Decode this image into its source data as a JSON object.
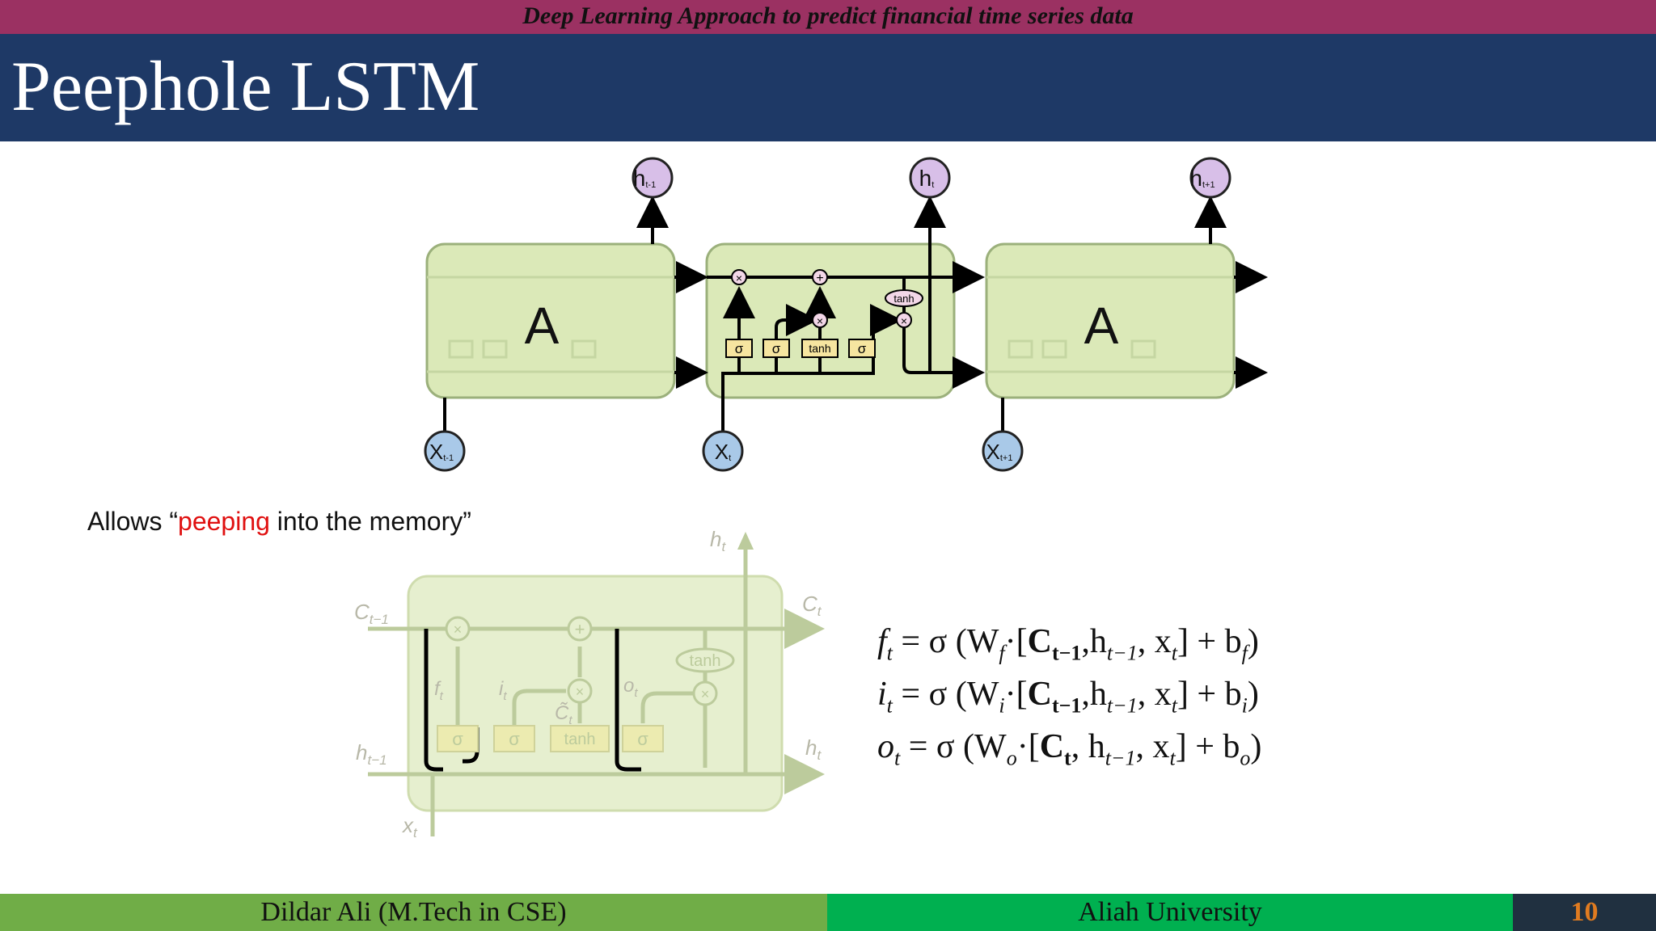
{
  "header": {
    "banner": "Deep Learning Approach to predict financial time series data",
    "title": "Peephole LSTM"
  },
  "diagram_top": {
    "cell_label": "A",
    "outputs": [
      "h",
      "h",
      "h"
    ],
    "output_subs": [
      "t-1",
      "t",
      "t+1"
    ],
    "inputs": [
      "X",
      "X",
      "X"
    ],
    "input_subs": [
      "t-1",
      "t",
      "t+1"
    ],
    "gates": [
      "σ",
      "σ",
      "tanh",
      "σ"
    ],
    "ops": [
      "×",
      "+",
      "×",
      "×"
    ],
    "tanh_label": "tanh"
  },
  "caption": {
    "before": "Allows “",
    "highlight": "peeping",
    "after": " into the memory”"
  },
  "diagram_bottom": {
    "labels": {
      "c_prev": "C",
      "c_prev_sub": "t−1",
      "c_cur": "C",
      "c_cur_sub": "t",
      "h_prev": "h",
      "h_prev_sub": "t−1",
      "h_cur": "h",
      "h_cur_sub": "t",
      "h_top": "h",
      "h_top_sub": "t",
      "x": "x",
      "x_sub": "t",
      "f": "f",
      "i": "i",
      "o": "o",
      "gate_sub": "t",
      "c_tilde": "C̃",
      "c_tilde_sub": "t"
    },
    "gates": [
      "σ",
      "σ",
      "tanh",
      "σ"
    ],
    "ops": [
      "×",
      "+",
      "×",
      "×"
    ],
    "tanh_label": "tanh"
  },
  "equations": [
    {
      "lhs": "f",
      "sub": "t",
      "eq": " = σ (W",
      "wsub": "f",
      "dot": "·[",
      "bold": "C",
      "boldsub": "t−1",
      "rest": ",h",
      "rsub": "t−1",
      "rest2": ", x",
      "rsub2": "t",
      "tail": "]  +  b",
      "bsub": "f",
      "close": ")"
    },
    {
      "lhs": "i",
      "sub": "t",
      "eq": " = σ (W",
      "wsub": "i",
      "dot": "·[",
      "bold": "C",
      "boldsub": "t−1",
      "rest": ",h",
      "rsub": "t−1",
      "rest2": ", x",
      "rsub2": "t",
      "tail": "]  +  b",
      "bsub": "i",
      "close": ")"
    },
    {
      "lhs": "o",
      "sub": "t",
      "eq": " = σ (W",
      "wsub": "o",
      "dot": "·[",
      "bold": "C",
      "boldsub": "t",
      "rest": ", h",
      "rsub": "t−1",
      "rest2": ", x",
      "rsub2": "t",
      "tail": "]  +  b",
      "bsub": "o",
      "close": ")"
    }
  ],
  "footer": {
    "author": "Dildar Ali (M.Tech in CSE)",
    "university": "Aliah University",
    "page_number": "10"
  },
  "colors": {
    "banner": "#9b3162",
    "title_bar": "#1e3966",
    "cell_fill": "#dbe9b8",
    "gate_fill": "#f6e5a0",
    "output_node": "#d8bfe8",
    "input_node": "#a9c9e8",
    "highlight": "#e01010",
    "footer_left": "#70ad47",
    "footer_mid": "#00b050",
    "footer_right": "#203040",
    "page_number": "#e07b20"
  }
}
